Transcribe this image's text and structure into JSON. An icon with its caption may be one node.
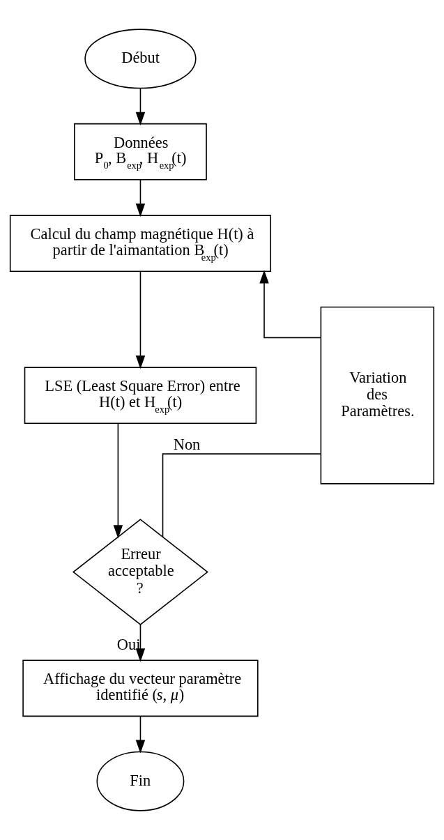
{
  "diagram": {
    "nodes": [
      {
        "text": [
          "Début"
        ]
      },
      {
        "text": [
          "Données",
          "P$_{0}$, B$_{exp}$, H$_{exp}$(t)"
        ]
      },
      {
        "text": [
          "Calcul du champ magnétique H(t) à partir de l'aimantation B$_{exp}$(t)"
        ]
      },
      {
        "text": [
          "LSE (Least Square Error) entre H(t) et H$_{exp}$(t)"
        ]
      },
      {
        "text": [
          "Erreur acceptable ?"
        ]
      },
      {
        "text": [
          "Affichage du vecteur paramètre identifié (*s, μ*)"
        ]
      },
      {
        "text": [
          "Fin"
        ]
      },
      {
        "text": [
          "Variation des Paramètres."
        ]
      }
    ],
    "edges": [
      {
        "from": 0,
        "to": 1,
        "arrow": "to"
      },
      {
        "from": 1,
        "to": 2,
        "arrow": "to"
      },
      {
        "from": 2,
        "to": 3,
        "arrow": "to"
      },
      {
        "from": 3,
        "to": 4,
        "arrow": "to"
      },
      {
        "from": 4,
        "to": 7,
        "arrow": "none",
        "label": "Non"
      },
      {
        "from": 7,
        "to": 2,
        "arrow": "to"
      },
      {
        "from": 4,
        "to": 5,
        "arrow": "to",
        "label": "Oui"
      },
      {
        "from": 5,
        "to": 6,
        "arrow": "to"
      }
    ]
  }
}
